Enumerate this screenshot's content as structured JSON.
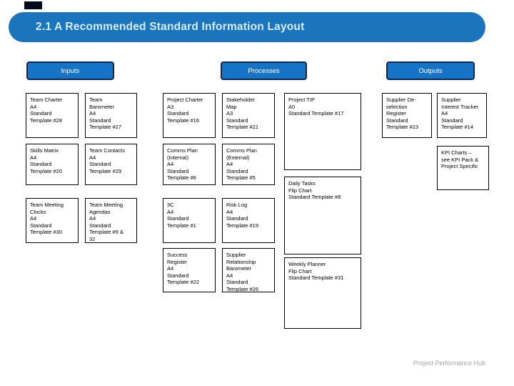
{
  "page": {
    "title": "2.1 A Recommended Standard Information Layout",
    "footer": "Project Performance Hub"
  },
  "colors": {
    "header_blue": "#1B75BC",
    "button_blue": "#1673C5",
    "button_border": "#0A2A52",
    "title_text": "#D6EBFA",
    "box_border": "#000000",
    "footer_gray": "#A6A6A6"
  },
  "column_headers": [
    {
      "label": "Inputs"
    },
    {
      "label": "Processes"
    },
    {
      "label": "Outputs"
    }
  ],
  "boxes": {
    "team_charter": {
      "text": "Team Charter\nA4\nStandard\nTemplate #28"
    },
    "team_barometer": {
      "text": "Team\nBarometer\nA4\nStandard\nTemplate #27"
    },
    "project_charter": {
      "text": "Project Charter\nA3\nStandard\nTemplate #16"
    },
    "stakeholder_map": {
      "text": "Stakeholder\nMap\nA3\nStandard\nTemplate #21"
    },
    "project_tip": {
      "text": "Project TIP\nA0\nStandard Template #17"
    },
    "supplier_deselection": {
      "text": "Supplier De-\nselection\nRegister\nStandard\nTemplate #23"
    },
    "supplier_interest": {
      "text": "Supplier\nInterest Tracker\nA4\nStandard\nTemplate #14"
    },
    "skills_matrix": {
      "text": "Skills Matrix\nA4\nStandard\nTemplate #20"
    },
    "team_contacts": {
      "text": "Team Contacts\nA4\nStandard\nTemplate #29"
    },
    "comms_internal": {
      "text": "Comms Plan\n(Internal)\nA4\nStandard\nTemplate #6"
    },
    "comms_external": {
      "text": "Comms Plan\n(External)\nA4\nStandard\nTemplate #5"
    },
    "kpi_charts": {
      "text": "KPI Charts –\nsee KPI Pack &\nProject Specific"
    },
    "daily_tasks": {
      "text": "Daily Tasks\nFlip Chart\nStandard Template #8"
    },
    "team_meeting_clocks": {
      "text": "Team Meeting\nClocks\nA4\nStandard\nTemplate #30"
    },
    "team_meeting_agendas": {
      "text": "Team Meeting\nAgendas\nA4\nStandard\nTemplate #9 &\n32"
    },
    "three_c": {
      "text": "3C\nA4\nStandard\nTemplate #1"
    },
    "risk_log": {
      "text": "Risk Log\nA4\nStandard\nTemplate #19"
    },
    "success_register": {
      "text": "Success\nRegister\nA4\nStandard\nTemplate #22"
    },
    "supplier_relationship": {
      "text": "Supplier\nRelationship\nBarometer\nA4\nStandard\nTemplate #26"
    },
    "weekly_planner": {
      "text": "Weekly Planner\nFlip Chart\nStandard Template #31"
    }
  }
}
